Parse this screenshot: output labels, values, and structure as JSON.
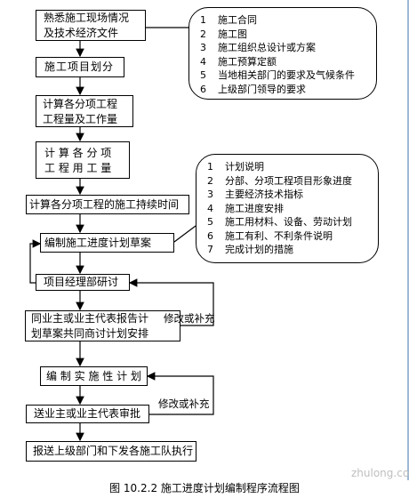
{
  "boxes": {
    "b1": [
      "熟悉施工现场情况",
      "及技术经济文件"
    ],
    "b2": "施工项目划分",
    "b3": [
      "计算各分项工程",
      "工程量及工作量"
    ],
    "b4": [
      "计 算 各 分 项",
      "工 程 用 工 量"
    ],
    "b5": "计算各分项工程的施工持续时间",
    "b6": "编制施工进度计划草案",
    "b7": "项目经理部研讨",
    "b8": [
      "同业主或业主代表报告计",
      "划草案共同商讨计划安排"
    ],
    "b9": "编 制 实 施 性 计 划",
    "b10": "送业主或业主代表审批",
    "b11": "报送上级部门和下发各施工队执行"
  },
  "note1": [
    {
      "n": "1",
      "t": "施工合同"
    },
    {
      "n": "2",
      "t": "施工图"
    },
    {
      "n": "3",
      "t": "施工组织总设计或方案"
    },
    {
      "n": "4",
      "t": "施工预算定额"
    },
    {
      "n": "5",
      "t": "当地相关部门的要求及气候条件"
    },
    {
      "n": "6",
      "t": "上级部门领导的要求"
    }
  ],
  "note2": [
    {
      "n": "1",
      "t": "计划说明"
    },
    {
      "n": "2",
      "t": "分部、分项工程项目形象进度"
    },
    {
      "n": "3",
      "t": "主要经济技术指标"
    },
    {
      "n": "4",
      "t": "施工进度安排"
    },
    {
      "n": "5",
      "t": "施工用材料、设备、劳动计划"
    },
    {
      "n": "6",
      "t": "施工有利、不利条件说明"
    },
    {
      "n": "7",
      "t": "完成计划的措施"
    }
  ],
  "labels": {
    "revise1": "修改或补充",
    "revise2": "修改或补充"
  },
  "caption": "图 10.2.2   施工进度计划编制程序流程图",
  "watermark": "zhulong.com"
}
